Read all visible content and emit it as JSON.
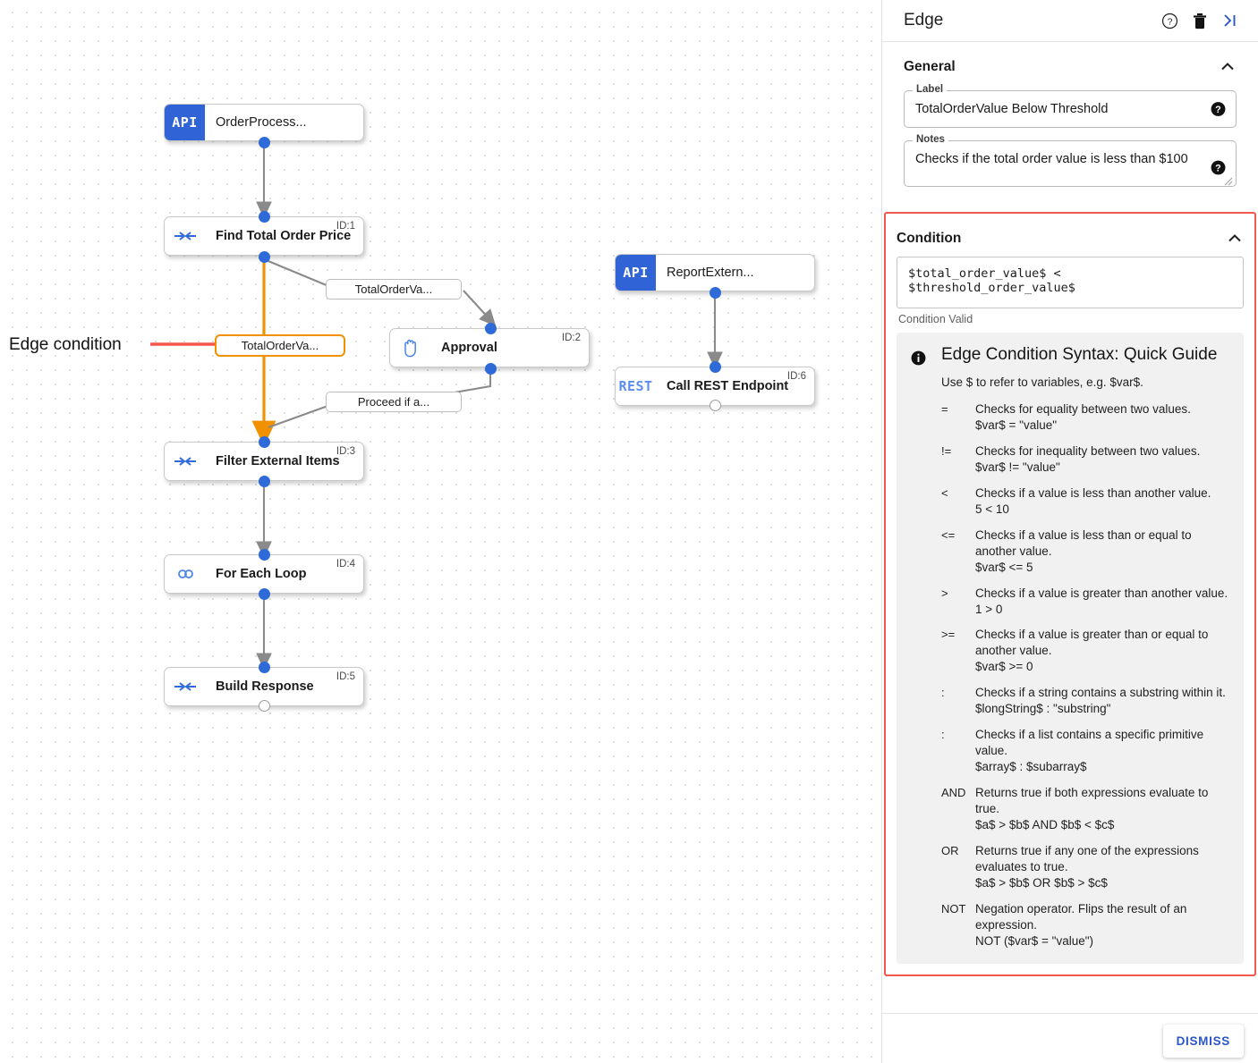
{
  "panel": {
    "title": "Edge",
    "header_icons": [
      {
        "name": "help-icon",
        "glyph": "?"
      },
      {
        "name": "delete-icon",
        "glyph": "trash"
      },
      {
        "name": "collapse-panel-icon",
        "glyph": ">|"
      }
    ],
    "general": {
      "heading": "General",
      "label_field": {
        "label": "Label",
        "value": "TotalOrderValue Below Threshold",
        "placeholder": "Label"
      },
      "notes_field": {
        "label": "Notes",
        "value": "Checks if the total order value is less than $100",
        "placeholder": "Notes"
      }
    },
    "condition": {
      "heading": "Condition",
      "expression": "$total_order_value$ < $threshold_order_value$",
      "status": "Condition Valid",
      "guide": {
        "title": "Edge Condition Syntax: Quick Guide",
        "lead": "Use $ to refer to variables, e.g. $var$.",
        "operators": [
          {
            "symbol": "=",
            "description": "Checks for equality between two values.",
            "example": "$var$ = \"value\""
          },
          {
            "symbol": "!=",
            "description": "Checks for inequality between two values.",
            "example": "$var$ != \"value\""
          },
          {
            "symbol": "<",
            "description": "Checks if a value is less than another value.",
            "example": "5 < 10"
          },
          {
            "symbol": "<=",
            "description": "Checks if a value is less than or equal to another value.",
            "example": "$var$ <= 5"
          },
          {
            "symbol": ">",
            "description": "Checks if a value is greater than another value.",
            "example": "1 > 0"
          },
          {
            "symbol": ">=",
            "description": "Checks if a value is greater than or equal to another value.",
            "example": "$var$ >= 0"
          },
          {
            "symbol": ":",
            "description": "Checks if a string contains a substring within it.",
            "example": "$longString$ : \"substring\""
          },
          {
            "symbol": ":",
            "description": "Checks if a list contains a specific primitive value.",
            "example": "$array$ : $subarray$"
          },
          {
            "symbol": "AND",
            "description": "Returns true if both expressions evaluate to true.",
            "example": "$a$ > $b$ AND $b$ < $c$"
          },
          {
            "symbol": "OR",
            "description": "Returns true if any one of the expressions evaluates to true.",
            "example": "$a$ > $b$ OR $b$ > $c$"
          },
          {
            "symbol": "NOT",
            "description": "Negation operator. Flips the result of an expression.",
            "example": "NOT ($var$ = \"value\")"
          }
        ]
      }
    },
    "dismiss_label": "DISMISS"
  },
  "canvas": {
    "annotation": "Edge condition",
    "nodes": [
      {
        "title": "OrderProcess...",
        "icon": "api-icon",
        "icon_text": "API",
        "id_tag": ""
      },
      {
        "title": "Find Total Order Price",
        "icon": "transform-icon",
        "icon_text": "",
        "id_tag": "ID:1"
      },
      {
        "title": "Approval",
        "icon": "hand-icon",
        "icon_text": "",
        "id_tag": "ID:2"
      },
      {
        "title": "Filter External Items",
        "icon": "transform-icon",
        "icon_text": "",
        "id_tag": "ID:3"
      },
      {
        "title": "For Each Loop",
        "icon": "loop-icon",
        "icon_text": "",
        "id_tag": "ID:4"
      },
      {
        "title": "Build Response",
        "icon": "transform-icon",
        "icon_text": "",
        "id_tag": "ID:5"
      },
      {
        "title": "ReportExtern...",
        "icon": "api-icon",
        "icon_text": "API",
        "id_tag": ""
      },
      {
        "title": "Call REST Endpoint",
        "icon": "rest-icon",
        "icon_text": "REST",
        "id_tag": "ID:6"
      }
    ],
    "edge_labels": [
      {
        "text": "TotalOrderVa...",
        "selected": false
      },
      {
        "text": "TotalOrderVa...",
        "selected": true
      },
      {
        "text": "Proceed if a...",
        "selected": false
      }
    ]
  },
  "colors": {
    "accent_blue": "#2f6ad9",
    "api_blue": "#3063d5",
    "selected_orange": "#f29100",
    "highlight_red": "#f4574b",
    "link_blue": "#2a56c6"
  }
}
